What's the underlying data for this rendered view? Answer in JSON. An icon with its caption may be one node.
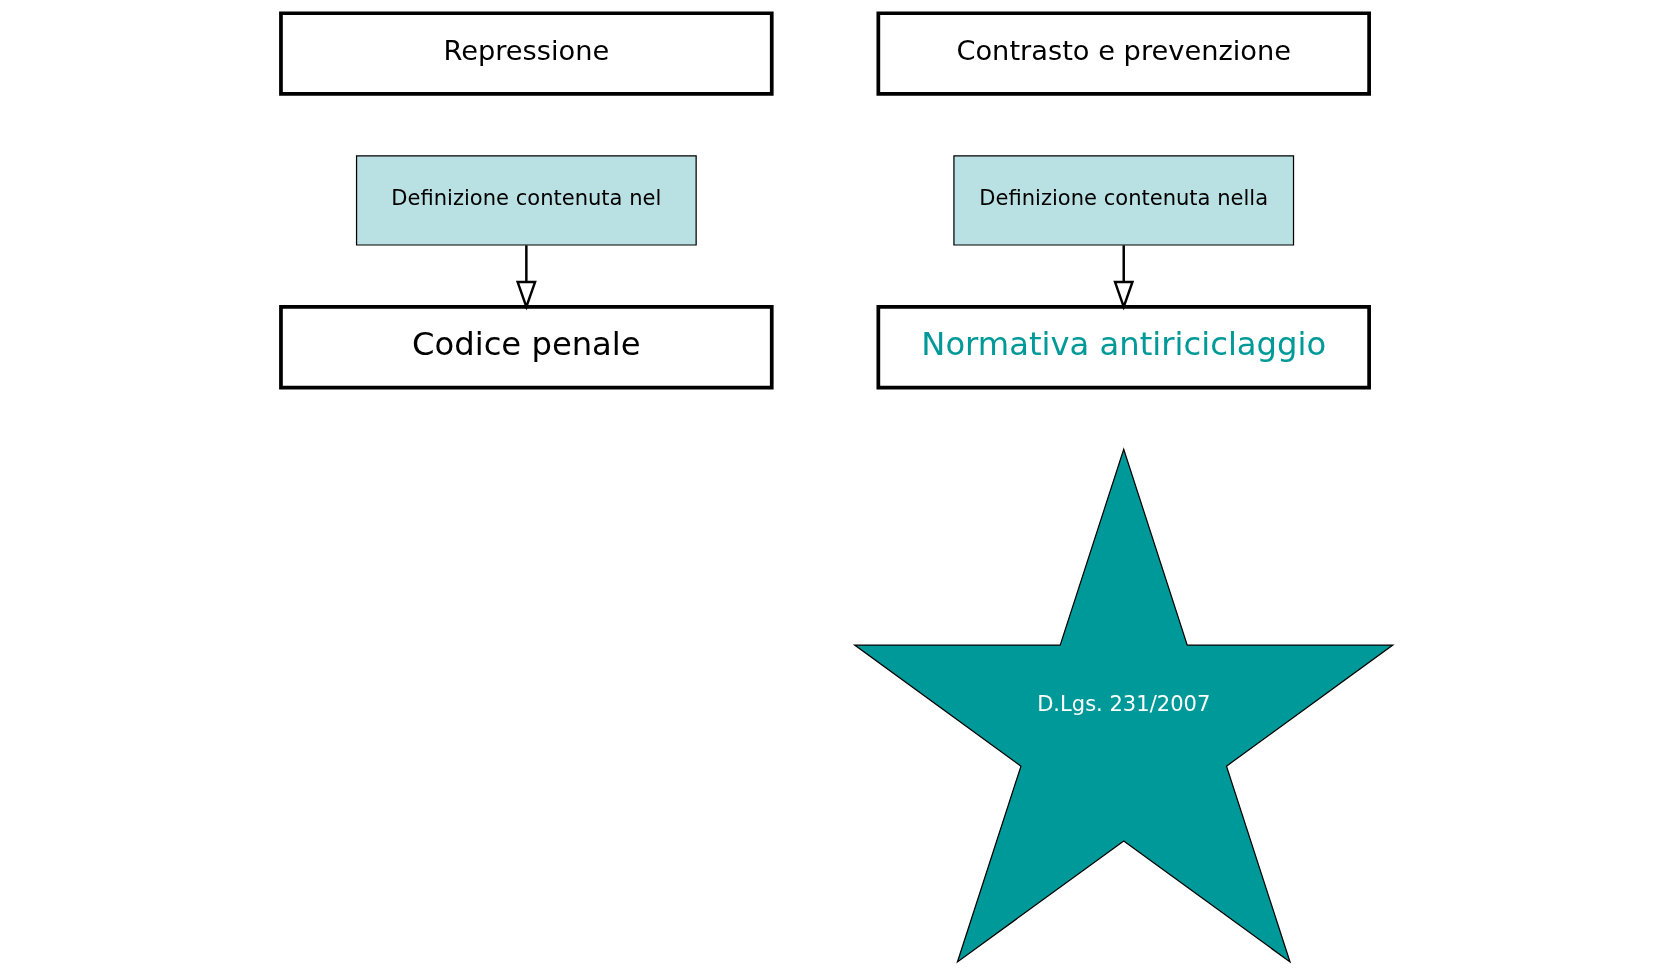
{
  "diagram": {
    "nodes": [
      {
        "text": [
          "Repressione"
        ]
      },
      {
        "text": [
          "Contrasto e prevenzione"
        ]
      },
      {
        "text": [
          "Definizione contenuta nel"
        ]
      },
      {
        "text": [
          "Definizione contenuta nella"
        ]
      },
      {
        "text": [
          "Codice penale"
        ]
      },
      {
        "text": [
          "Normativa antiriciclaggio"
        ]
      },
      {
        "text": [
          "D.Lgs. 231/2007"
        ]
      }
    ],
    "edges": [
      {
        "from": 2,
        "to": 4,
        "arrow": "to"
      },
      {
        "from": 3,
        "to": 5,
        "arrow": "to"
      }
    ]
  }
}
